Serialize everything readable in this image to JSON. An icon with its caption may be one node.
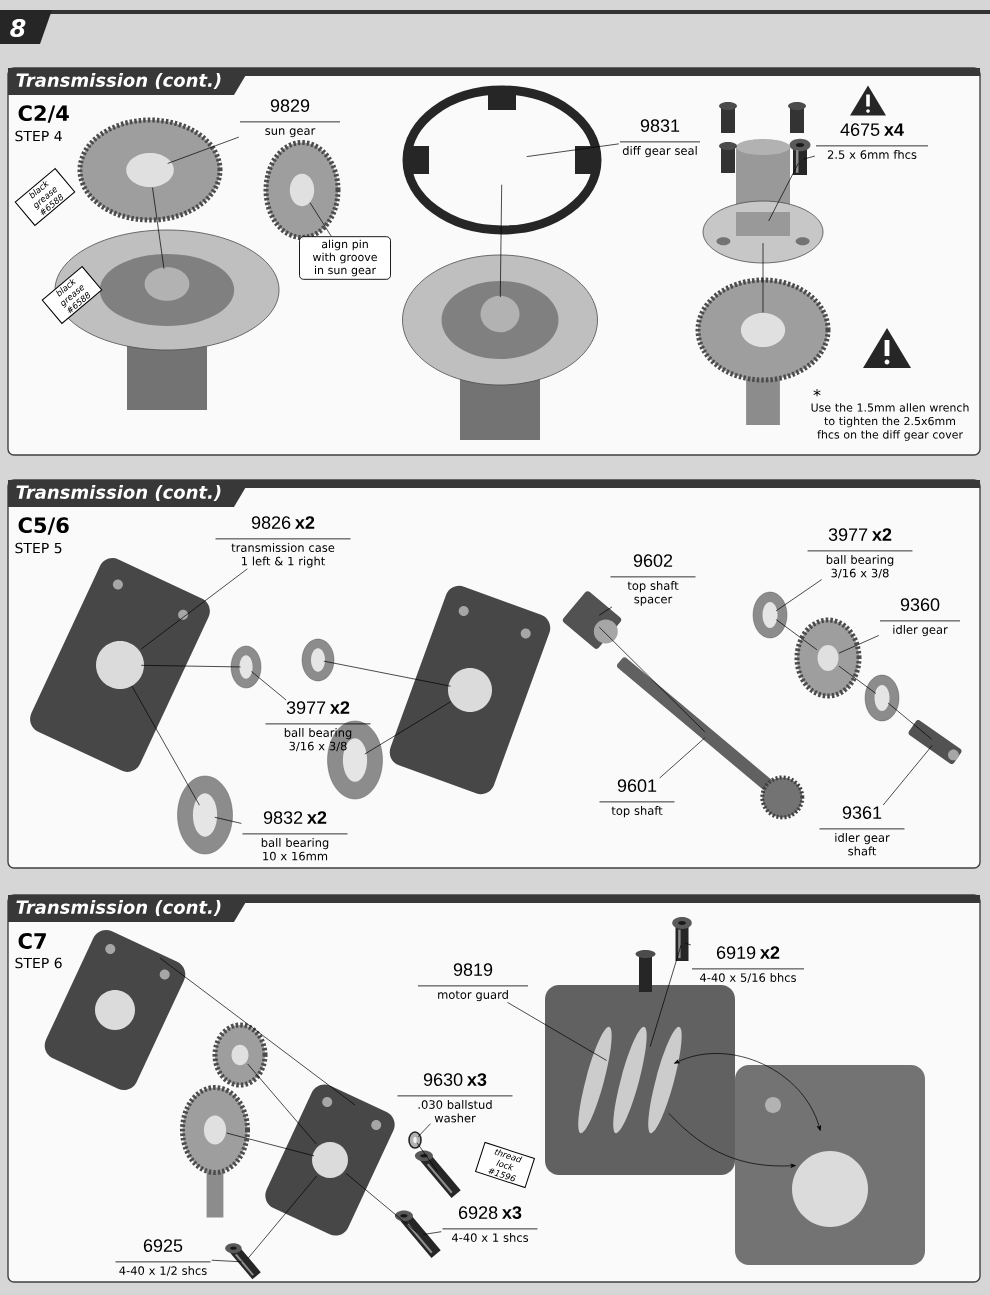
{
  "diagram": {
    "nodes": [
      {
        "text": [
          "Transmission (cont.)",
          "C2/4",
          "STEP 4"
        ]
      },
      {
        "text": [],
        "shape": "picture",
        "in": 0
      },
      {
        "text": [],
        "shape": "picture",
        "in": 0
      },
      {
        "text": [],
        "shape": "picture",
        "in": 0
      },
      {
        "text": [],
        "shape": "picture",
        "in": 0
      },
      {
        "text": [],
        "shape": "picture",
        "in": 0
      },
      {
        "text": [],
        "shape": "picture",
        "in": 0
      },
      {
        "text": [],
        "shape": "picture",
        "in": 0
      },
      {
        "text": [],
        "shape": "picture",
        "in": 0
      },
      {
        "text": [
          "9829",
          "sun gear"
        ],
        "in": 0
      },
      {
        "text": [
          "align pin with groove in sun gear"
        ],
        "in": 0
      },
      {
        "text": [
          "9831",
          "diff gear seal"
        ],
        "in": 0
      },
      {
        "text": [
          "4675 **x4**",
          "2.5 x 6mm fhcs"
        ],
        "in": 0
      },
      {
        "text": [
          "black grease #6588"
        ],
        "in": 0
      },
      {
        "text": [
          "black grease #6588"
        ],
        "in": 0
      },
      {
        "text": [
          "Transmission (cont.)",
          "C5/6",
          "STEP 5"
        ]
      },
      {
        "text": [],
        "shape": "picture",
        "in": 15
      },
      {
        "text": [],
        "shape": "picture",
        "in": 15
      },
      {
        "text": [],
        "shape": "picture",
        "in": 15
      },
      {
        "text": [],
        "shape": "picture",
        "in": 15
      },
      {
        "text": [],
        "shape": "picture",
        "in": 15
      },
      {
        "text": [],
        "shape": "picture",
        "in": 15
      },
      {
        "text": [],
        "shape": "picture",
        "in": 15
      },
      {
        "text": [],
        "shape": "picture",
        "in": 15
      },
      {
        "text": [],
        "shape": "picture",
        "in": 15
      },
      {
        "text": [],
        "shape": "picture",
        "in": 15
      },
      {
        "text": [],
        "shape": "picture",
        "in": 15
      },
      {
        "text": [],
        "shape": "picture",
        "in": 15
      },
      {
        "text": [
          "9826 **x2**",
          "transmission case 1 left & 1 right"
        ],
        "in": 15
      },
      {
        "text": [
          "3977 **x2**",
          "ball bearing 3/16 x 3/8"
        ],
        "in": 15
      },
      {
        "text": [
          "9832 **x2**",
          "ball bearing 10 x 16mm"
        ],
        "in": 15
      },
      {
        "text": [
          "9602",
          "top shaft spacer"
        ],
        "in": 15
      },
      {
        "text": [
          "9601",
          "top shaft"
        ],
        "in": 15
      },
      {
        "text": [
          "3977 **x2**",
          "ball bearing 3/16 x 3/8"
        ],
        "in": 15
      },
      {
        "text": [
          "9360",
          "idler gear"
        ],
        "in": 15
      },
      {
        "text": [
          "9361",
          "idler gear shaft"
        ],
        "in": 15
      },
      {
        "text": [
          "Transmission (cont.)",
          "C7",
          "STEP 6"
        ]
      },
      {
        "text": [],
        "shape": "picture",
        "in": 36
      },
      {
        "text": [],
        "shape": "picture",
        "in": 36
      },
      {
        "text": [],
        "shape": "picture",
        "in": 36
      },
      {
        "text": [],
        "shape": "picture",
        "in": 36
      },
      {
        "text": [],
        "shape": "picture",
        "in": 36
      },
      {
        "text": [],
        "shape": "picture",
        "in": 36
      },
      {
        "text": [],
        "shape": "picture",
        "in": 36
      },
      {
        "text": [],
        "shape": "picture",
        "in": 36
      },
      {
        "text": [],
        "shape": "picture",
        "in": 36
      },
      {
        "text": [],
        "shape": "picture",
        "in": 36
      },
      {
        "text": [],
        "shape": "picture",
        "in": 36
      },
      {
        "text": [
          "thread lock #1596"
        ],
        "in": 36
      },
      {
        "text": [
          "9819",
          "motor guard"
        ],
        "in": 36
      },
      {
        "text": [
          "6919 **x2**",
          "4-40 x 5/16 bhcs"
        ],
        "in": 36
      },
      {
        "text": [
          "9630 **x3**",
          ".030 ballstud washer"
        ],
        "in": 36
      },
      {
        "text": [
          "6928 **x3**",
          "4-40 x 1 shcs"
        ],
        "in": 36
      },
      {
        "text": [
          "6925",
          "4-40 x 1/2 shcs"
        ],
        "in": 36
      }
    ],
    "edges": [
      {
        "from": 9,
        "to": 1,
        "arrow": "none"
      },
      {
        "from": 10,
        "to": 3,
        "arrow": "none"
      },
      {
        "from": 11,
        "to": 4,
        "arrow": "none"
      },
      {
        "from": 12,
        "to": 6,
        "arrow": "none"
      },
      {
        "from": 1,
        "to": 2,
        "arrow": "none"
      },
      {
        "from": 4,
        "to": 5,
        "arrow": "none"
      },
      {
        "from": 6,
        "to": 7,
        "arrow": "none"
      },
      {
        "from": 7,
        "to": 8,
        "arrow": "none"
      },
      {
        "from": 28,
        "to": 16,
        "arrow": "none"
      },
      {
        "from": 29,
        "to": 17,
        "arrow": "none"
      },
      {
        "from": 30,
        "to": 18,
        "arrow": "none"
      },
      {
        "from": 31,
        "to": 22,
        "arrow": "none"
      },
      {
        "from": 32,
        "to": 23,
        "arrow": "none"
      },
      {
        "from": 33,
        "to": 24,
        "arrow": "none"
      },
      {
        "from": 34,
        "to": 25,
        "arrow": "none"
      },
      {
        "from": 35,
        "to": 27,
        "arrow": "none"
      },
      {
        "from": 16,
        "to": 17,
        "arrow": "none"
      },
      {
        "from": 16,
        "to": 18,
        "arrow": "none"
      },
      {
        "from": 19,
        "to": 20,
        "arrow": "none"
      },
      {
        "from": 21,
        "to": 20,
        "arrow": "none"
      },
      {
        "from": 22,
        "to": 23,
        "arrow": "none"
      },
      {
        "from": 24,
        "to": 25,
        "arrow": "none"
      },
      {
        "from": 25,
        "to": 26,
        "arrow": "none"
      },
      {
        "from": 26,
        "to": 27,
        "arrow": "none"
      },
      {
        "from": 49,
        "to": 45,
        "arrow": "none"
      },
      {
        "from": 50,
        "to": 46,
        "arrow": "none"
      },
      {
        "from": 51,
        "to": 41,
        "arrow": "none"
      },
      {
        "from": 52,
        "to": 43,
        "arrow": "none"
      },
      {
        "from": 53,
        "to": 44,
        "arrow": "none"
      },
      {
        "from": 37,
        "to": 40,
        "arrow": "none"
      },
      {
        "from": 38,
        "to": 40,
        "arrow": "none"
      },
      {
        "from": 39,
        "to": 40,
        "arrow": "none"
      },
      {
        "from": 41,
        "to": 42,
        "arrow": "none"
      },
      {
        "from": 40,
        "to": 43,
        "arrow": "none"
      },
      {
        "from": 40,
        "to": 44,
        "arrow": "none"
      },
      {
        "from": 46,
        "to": 45,
        "arrow": "none"
      },
      {
        "from": 45,
        "to": 47,
        "arrow": "both"
      },
      {
        "from": 45,
        "to": 47,
        "arrow": "to"
      }
    ],
    "labels": [
      "8",
      "*",
      "Use the 1.5mm allen wrench to tighten the 2.5x6mm fhcs on the diff gear cover"
    ]
  }
}
